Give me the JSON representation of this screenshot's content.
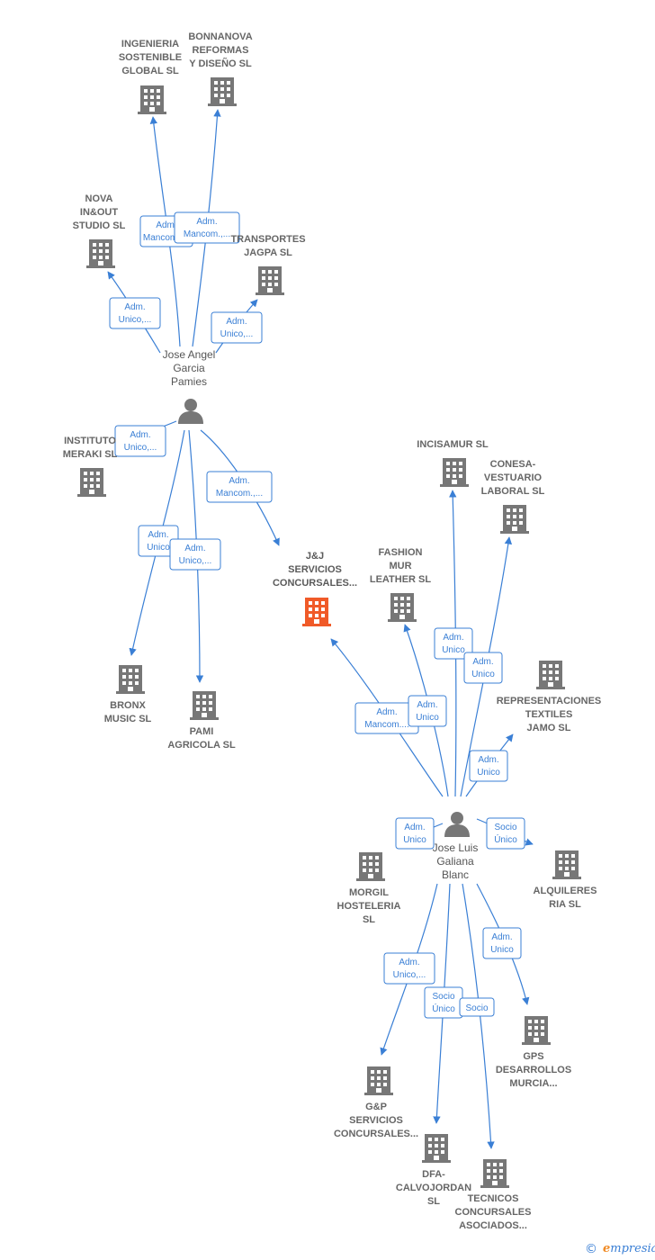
{
  "center_company": {
    "label": [
      "J&J",
      "SERVICIOS",
      "CONCURSALES..."
    ],
    "color": "#f05a28"
  },
  "persons": [
    {
      "id": "p1",
      "label": [
        "Jose Angel",
        "Garcia",
        "Pamies"
      ]
    },
    {
      "id": "p2",
      "label": [
        "Jose Luis",
        "Galiana",
        "Blanc"
      ]
    }
  ],
  "companies": [
    {
      "id": "c1",
      "label": [
        "INGENIERIA",
        "SOSTENIBLE",
        "GLOBAL  SL"
      ]
    },
    {
      "id": "c2",
      "label": [
        "BONNANOVA",
        "REFORMAS",
        "Y DISEÑO  SL"
      ]
    },
    {
      "id": "c3",
      "label": [
        "NOVA",
        "IN&OUT",
        "STUDIO  SL"
      ]
    },
    {
      "id": "c4",
      "label": [
        "TRANSPORTES",
        "JAGPA  SL"
      ]
    },
    {
      "id": "c5",
      "label": [
        "INSTITUTO",
        "MERAKI  SL"
      ]
    },
    {
      "id": "c6",
      "label": [
        "BRONX",
        "MUSIC  SL"
      ]
    },
    {
      "id": "c7",
      "label": [
        "PAMI",
        "AGRICOLA  SL"
      ]
    },
    {
      "id": "c8",
      "label": [
        "INCISAMUR  SL"
      ]
    },
    {
      "id": "c9",
      "label": [
        "CONESA-",
        "VESTUARIO",
        "LABORAL  SL"
      ]
    },
    {
      "id": "c10",
      "label": [
        "FASHION",
        "MUR",
        "LEATHER  SL"
      ]
    },
    {
      "id": "c11",
      "label": [
        "REPRESENTACIONES",
        "TEXTILES",
        "JAMO  SL"
      ]
    },
    {
      "id": "c12",
      "label": [
        "MORGIL",
        "HOSTELERIA",
        "SL"
      ]
    },
    {
      "id": "c13",
      "label": [
        "ALQUILERES",
        "RIA  SL"
      ]
    },
    {
      "id": "c14",
      "label": [
        "GPS",
        "DESARROLLOS",
        "MURCIA..."
      ]
    },
    {
      "id": "c15",
      "label": [
        "G&P",
        "SERVICIOS",
        "CONCURSALES..."
      ]
    },
    {
      "id": "c16",
      "label": [
        "DFA-",
        "CALVOJORDAN",
        "SL"
      ]
    },
    {
      "id": "c17",
      "label": [
        "TECNICOS",
        "CONCURSALES",
        "ASOCIADOS..."
      ]
    }
  ],
  "relations": [
    {
      "id": "r1",
      "lines": [
        "Adm.",
        "Mancom.,..."
      ]
    },
    {
      "id": "r2",
      "lines": [
        "Adm.",
        "Mancom.,..."
      ]
    },
    {
      "id": "r3",
      "lines": [
        "Adm.",
        "Unico,..."
      ]
    },
    {
      "id": "r4",
      "lines": [
        "Adm.",
        "Unico,..."
      ]
    },
    {
      "id": "r5",
      "lines": [
        "Adm.",
        "Unico,..."
      ]
    },
    {
      "id": "r6",
      "lines": [
        "Adm.",
        "Mancom.,..."
      ]
    },
    {
      "id": "r7",
      "lines": [
        "Adm.",
        "Unico"
      ]
    },
    {
      "id": "r8",
      "lines": [
        "Adm.",
        "Unico,..."
      ]
    },
    {
      "id": "r9",
      "lines": [
        "Adm.",
        "Unico"
      ]
    },
    {
      "id": "r10",
      "lines": [
        "Adm.",
        "Unico"
      ]
    },
    {
      "id": "r11",
      "lines": [
        "Adm.",
        "Mancom...."
      ]
    },
    {
      "id": "r12",
      "lines": [
        "Adm.",
        "Unico"
      ]
    },
    {
      "id": "r13",
      "lines": [
        "Adm.",
        "Unico"
      ]
    },
    {
      "id": "r14",
      "lines": [
        "Adm.",
        "Unico"
      ]
    },
    {
      "id": "r15",
      "lines": [
        "Socio",
        "Único"
      ]
    },
    {
      "id": "r16",
      "lines": [
        "Adm.",
        "Unico"
      ]
    },
    {
      "id": "r17",
      "lines": [
        "Adm.",
        "Unico,..."
      ]
    },
    {
      "id": "r18",
      "lines": [
        "Socio",
        "Único"
      ]
    },
    {
      "id": "r19",
      "lines": [
        "Socio"
      ]
    }
  ],
  "colors": {
    "edge": "#3a7fd5",
    "building": "#777777",
    "person": "#777777"
  },
  "footer": {
    "copyright": "©",
    "brand_initial": "e",
    "brand_rest": "mpresia"
  }
}
